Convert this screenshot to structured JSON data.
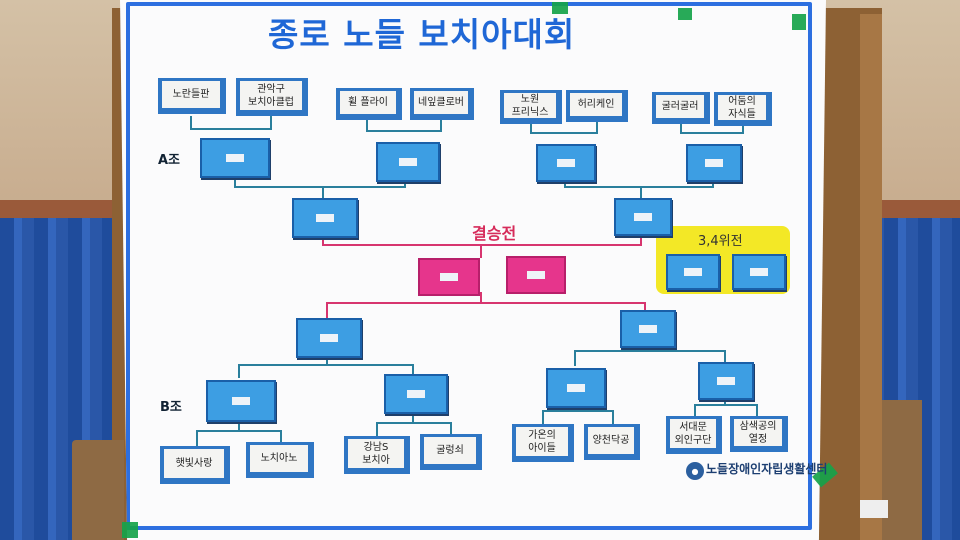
{
  "title": "종로 노들 보치아대회",
  "groups": {
    "a_label": "A조",
    "b_label": "B조"
  },
  "final_label": "결승전",
  "bronze_label": "3,4위전",
  "teams_a": [
    {
      "label": "노란들판"
    },
    {
      "label": "관악구\n보치아클럽"
    },
    {
      "label": "휠 플라이"
    },
    {
      "label": "네잎클로버"
    },
    {
      "label": "노원\n프리닉스"
    },
    {
      "label": "허리케인"
    },
    {
      "label": "굴러굴러"
    },
    {
      "label": "어둠의\n자식들"
    }
  ],
  "teams_b": [
    {
      "label": "햇빛사랑"
    },
    {
      "label": "노치아노"
    },
    {
      "label": "강남S\n보치아"
    },
    {
      "label": "굴렁쇠"
    },
    {
      "label": "가온의\n아이들"
    },
    {
      "label": "양천닥공"
    },
    {
      "label": "서대문\n외인구단"
    },
    {
      "label": "삼색공의\n열정"
    }
  ],
  "footer": "노들장애인자립생활센터",
  "colors": {
    "title": "#1f67d6",
    "match_box": "#3d9ee3",
    "final_box": "#e6358c",
    "bracket_line": "#2a7f9c",
    "final_line": "#d7356f",
    "bronze_bg": "#f3e826",
    "tape": "#16a34a"
  }
}
